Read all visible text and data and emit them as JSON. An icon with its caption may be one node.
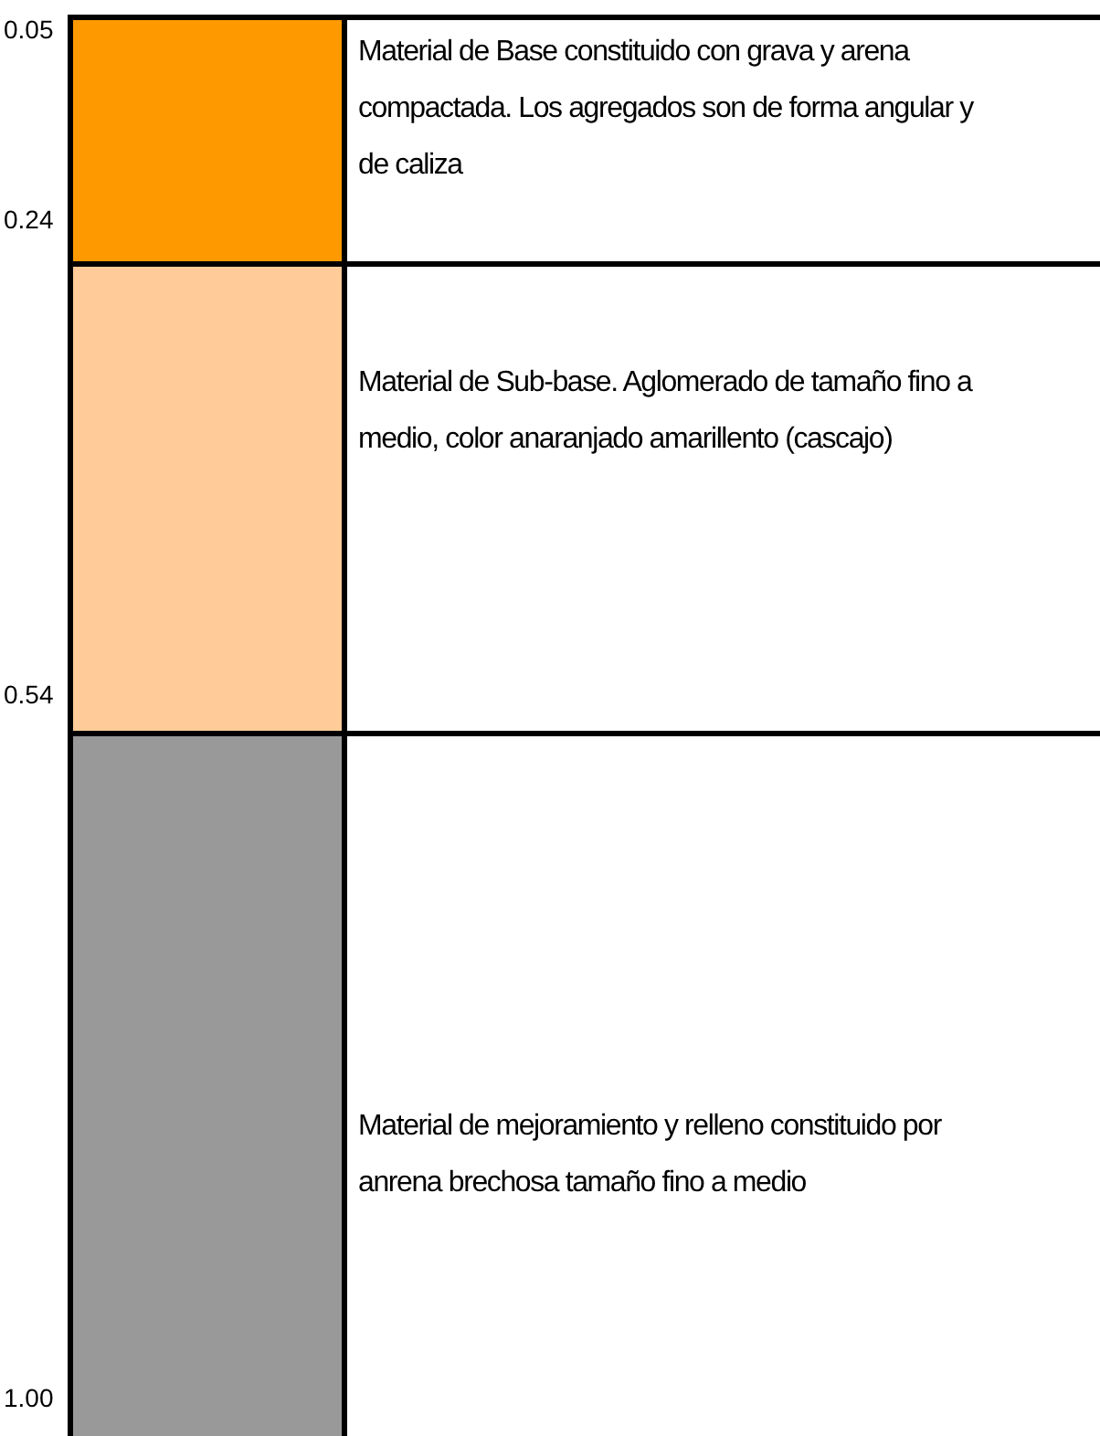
{
  "diagram": {
    "nodes": [
      {
        "text": [
          "Material de Base constituido con grava y arena compactada. Los agregados son de forma angular y de caliza"
        ]
      },
      {
        "text": [
          "Material de Sub-base. Aglomerado de tamaño fino a medio, color anaranjado amarillento (cascajo)"
        ]
      },
      {
        "text": [
          "Material de mejoramiento y relleno constituido por anrena brechosa tamaño fino a medio"
        ]
      }
    ],
    "edges": [],
    "labels": [
      "0.05",
      "0.24",
      "0.54",
      "1.00"
    ]
  }
}
